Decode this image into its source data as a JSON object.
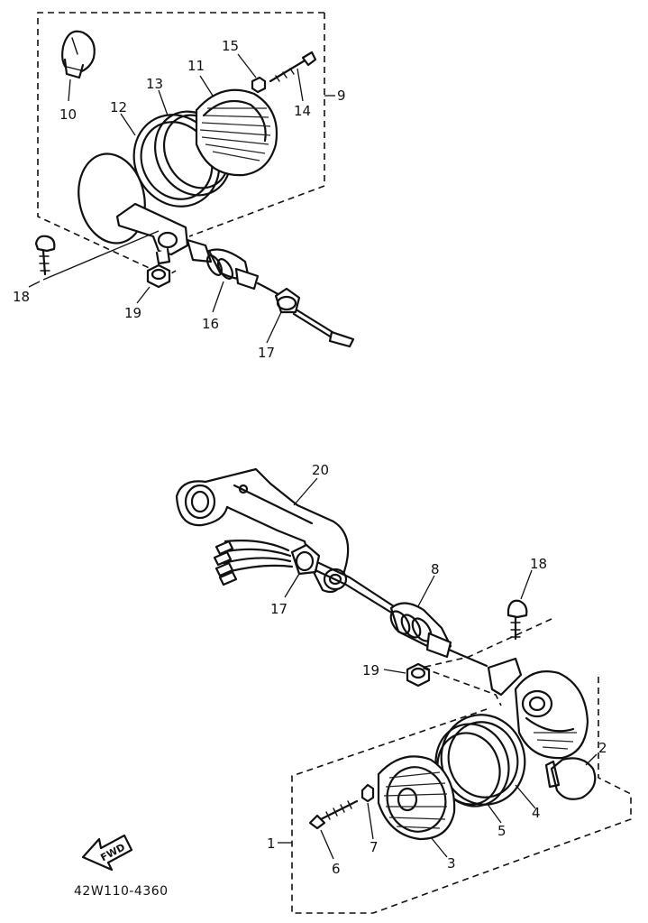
{
  "diagram": {
    "drawing_code": "42W110-4360",
    "direction_label": "FWD",
    "assemblies": [
      {
        "position": "upper",
        "labels": [
          "9",
          "10",
          "11",
          "12",
          "13",
          "14",
          "15",
          "16",
          "17",
          "18",
          "19"
        ]
      },
      {
        "position": "lower",
        "labels": [
          "1",
          "2",
          "3",
          "4",
          "5",
          "6",
          "7",
          "8",
          "17",
          "18",
          "19",
          "20"
        ]
      }
    ]
  }
}
